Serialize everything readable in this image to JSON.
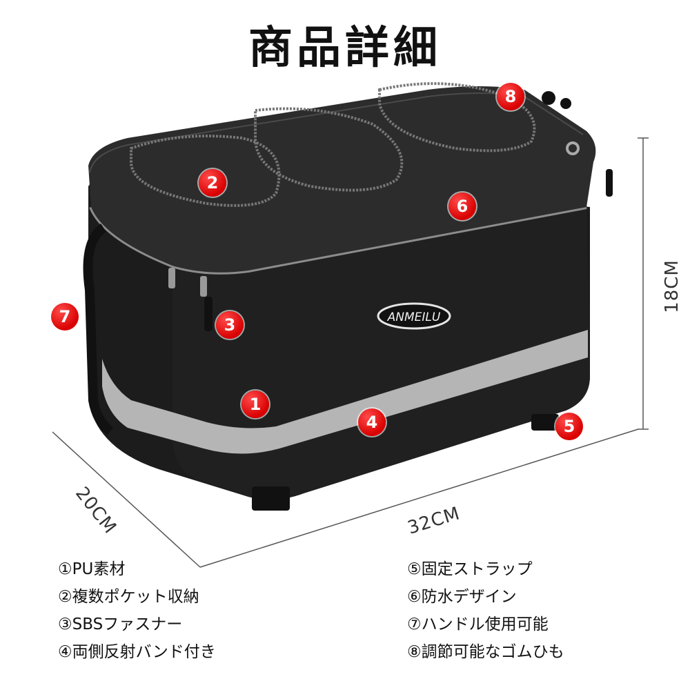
{
  "title": "商品詳細",
  "brand": "ANMEILU",
  "markers": [
    "1",
    "2",
    "3",
    "4",
    "5",
    "6",
    "7",
    "8"
  ],
  "dimensions": {
    "height": "18CM",
    "depth": "20CM",
    "width": "32CM"
  },
  "features_left": [
    "①PU素材",
    "②複数ポケット収納",
    "③SBSファスナー",
    "④両側反射バンド付き"
  ],
  "features_right": [
    "⑤固定ストラップ",
    "⑥防水デザイン",
    "⑦ハンドル使用可能",
    "⑧調節可能なゴムひも"
  ],
  "colors": {
    "marker": "#d90000",
    "bag": "#1c1c1c",
    "reflective": "#b5b5b5"
  }
}
